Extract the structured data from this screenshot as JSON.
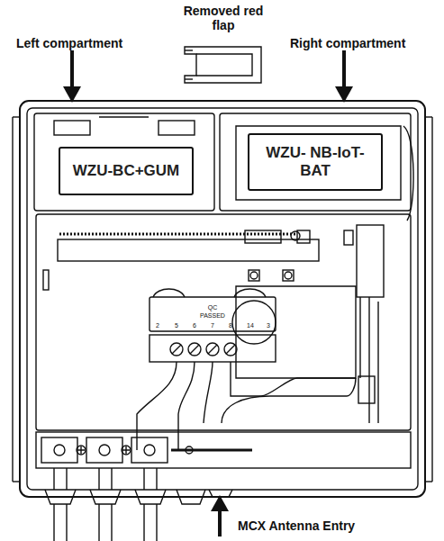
{
  "diagram": {
    "nodes": [
      {
        "text": [
          "WZU-BC+GUM"
        ]
      },
      {
        "text": [
          "WZU- NB-IoT-BAT"
        ]
      }
    ],
    "labels": [
      "Removed red flap",
      "Left compartment",
      "Right compartment",
      "QC",
      "PASSED",
      "2",
      "5",
      "6",
      "7",
      "8",
      "14",
      "3",
      "MCX Antenna Entry"
    ]
  }
}
